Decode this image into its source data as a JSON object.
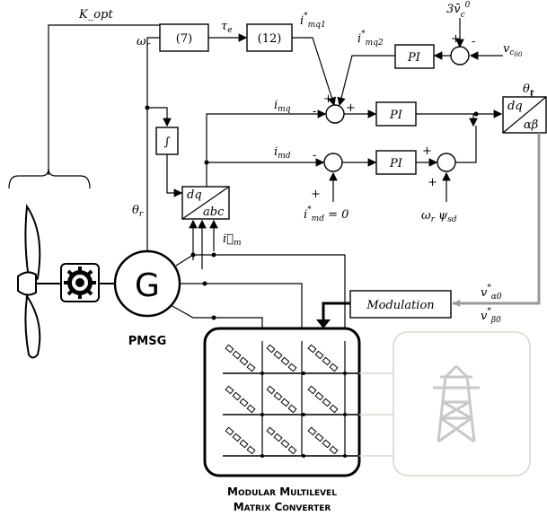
{
  "blocks": {
    "eq7": "(7)",
    "eq12": "(12)",
    "pi": "PI",
    "dq_abc_top": "dq",
    "dq_abc_bot": "abc",
    "dq_ab_top": "dq",
    "dq_ab_bot": "αβ",
    "integrator": "∫",
    "modulation": "Modulation",
    "generator": "G"
  },
  "signals": {
    "k_opt": "K_opt",
    "omega_r": "ω_r",
    "tau_e": "τ_e",
    "i_mq1": "i*_mq1",
    "i_mq2": "i*_mq2",
    "v_c00": "v_c00",
    "vc0_ref": "3v̄⁰_c",
    "i_mq": "i_mq",
    "i_md": "i_md",
    "theta_r_top": "θ_r",
    "theta_r_left": "θ_r",
    "i_md_ref": "i*_md = 0",
    "omega_psi": "ω_r ψ_sd",
    "i_m": "i⃗_m",
    "v_alpha0": "v*_α0",
    "v_beta0": "v*_β0"
  },
  "signs": {
    "plus": "+",
    "minus": "-"
  },
  "labels": {
    "pmsg": "PMSG",
    "converter_line1": "Modular Multilevel",
    "converter_line2": "Matrix Converter"
  },
  "colors": {
    "line": "#000000",
    "gray_line": "#999999",
    "faded": "#d8d8cc",
    "gear_bg": "#000000"
  },
  "icons": [
    "wind-turbine-blade-icon",
    "gearbox-icon",
    "transmission-tower-icon"
  ]
}
